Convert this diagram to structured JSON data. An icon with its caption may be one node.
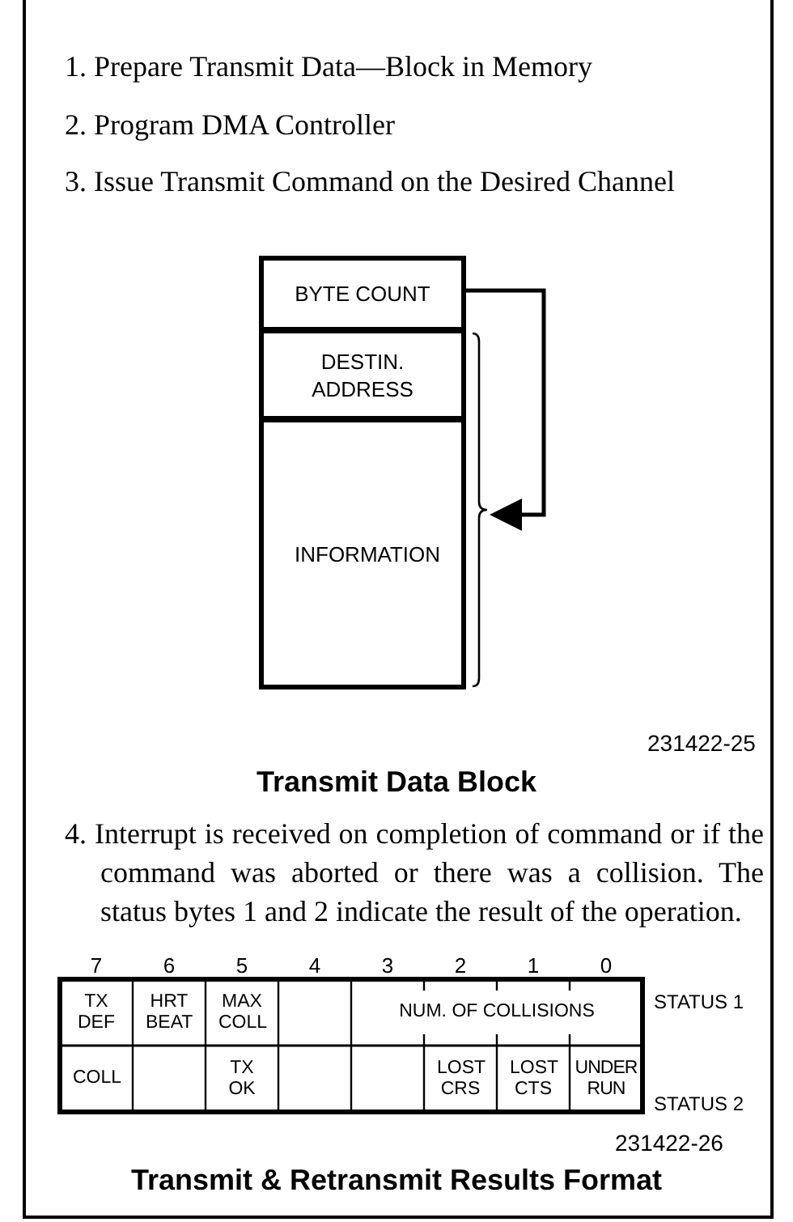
{
  "diagram": {
    "nodes": [
      {
        "text": [
          "BYTE COUNT"
        ]
      },
      {
        "text": [
          "DESTIN. ADDRESS"
        ]
      },
      {
        "text": [
          "INFORMATION"
        ]
      },
      {
        "text": [],
        "shape": "brace"
      }
    ],
    "edges": [
      {
        "from": 0,
        "to": 3,
        "arrow": "to"
      }
    ],
    "labels": [
      "1. Prepare Transmit Data—Block in Memory",
      "2. Program DMA Controller",
      "3. Issue Transmit Command on the Desired Channel",
      "231422-25",
      "Transmit Data Block",
      "4. Interrupt is received on completion of command or if the command was aborted or there was a collision. The status bytes 1 and 2 indicate the result of the operation.",
      "7",
      "6",
      "5",
      "4",
      "3",
      "2",
      "1",
      "0",
      "TX DEF",
      "HRT BEAT",
      "MAX COLL",
      "NUM. OF COLLISIONS",
      "STATUS 1",
      "COLL",
      "TX OK",
      "LOST CRS",
      "LOST CTS",
      "UNDER RUN",
      "STATUS 2",
      "231422-26",
      "Transmit & Retransmit Results Format"
    ]
  }
}
